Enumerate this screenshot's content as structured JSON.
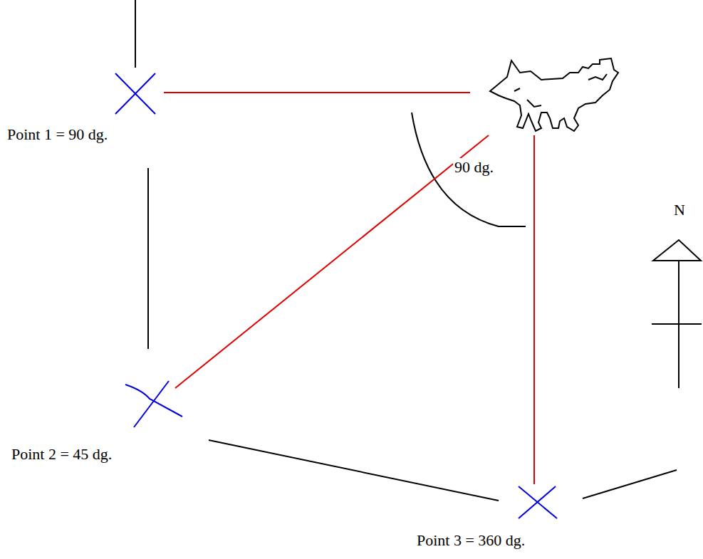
{
  "diagram": {
    "labels": [
      "Point 1 = 90 dg.",
      "90 dg.",
      "N",
      "Point 2 = 45 dg.",
      "Point 3 = 360 dg."
    ]
  }
}
